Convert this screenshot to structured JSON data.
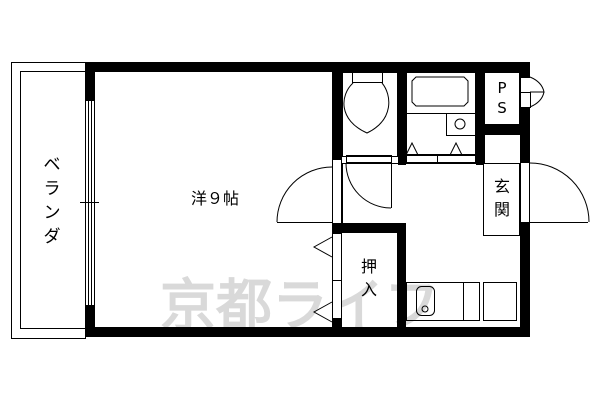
{
  "floor_plan": {
    "rooms": {
      "balcony": {
        "label_chars": [
          "ベ",
          "ラ",
          "ン",
          "ダ"
        ],
        "label": "ベランダ"
      },
      "western_room": {
        "label": "洋９帖"
      },
      "entrance": {
        "label_chars": [
          "玄",
          "関"
        ],
        "label": "玄関"
      },
      "closet": {
        "label_chars": [
          "押",
          "入"
        ],
        "label": "押入"
      },
      "pipe_space": {
        "label_chars": [
          "P",
          "S"
        ],
        "label": "PS"
      },
      "toilet": {
        "label": ""
      },
      "bathroom": {
        "label": ""
      },
      "kitchen": {
        "label": ""
      }
    },
    "watermark": "京都ライフ",
    "colors": {
      "wall": "#000000",
      "background": "#ffffff",
      "watermark": "#d9d9d9"
    }
  }
}
